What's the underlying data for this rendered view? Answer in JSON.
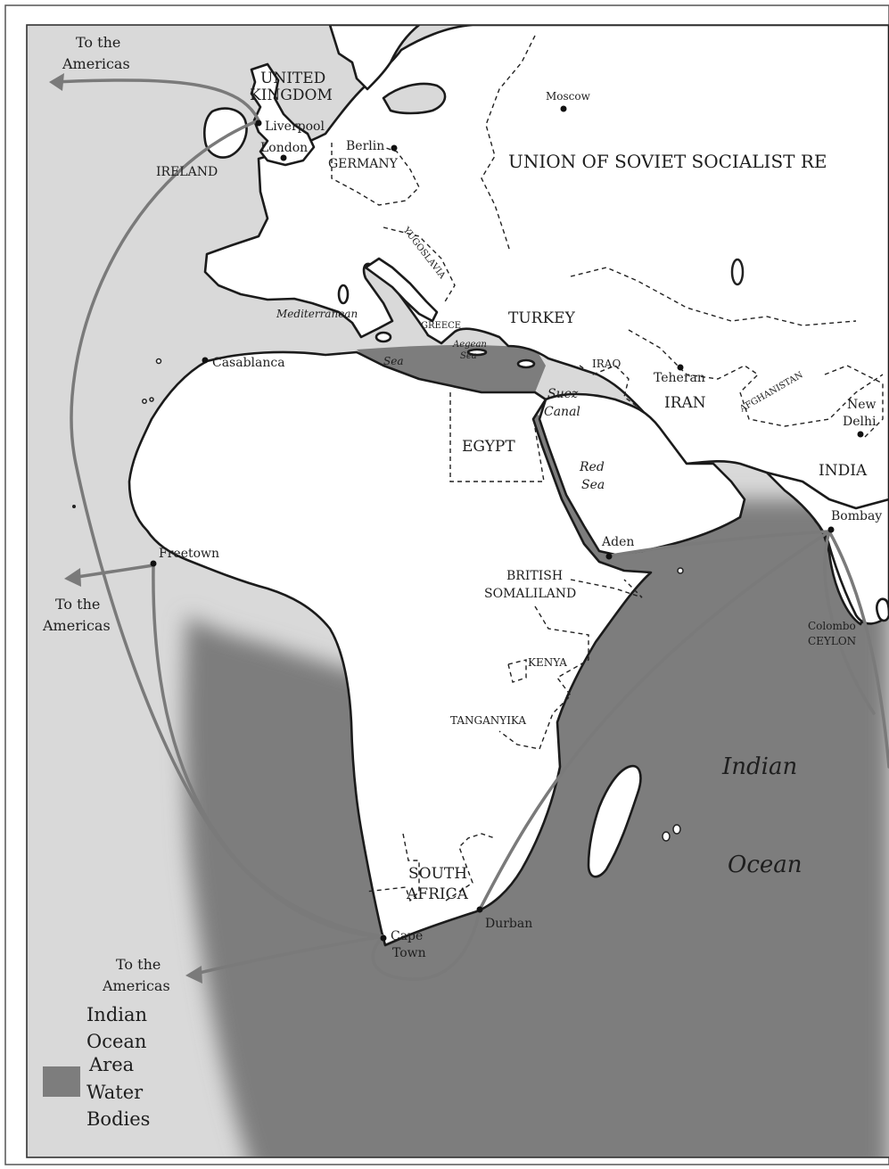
{
  "map": {
    "colors": {
      "indian_ocean_area": "#7d7d7d",
      "other_water": "#d9d9d9",
      "land": "#ffffff",
      "route": "#7a7a7a",
      "outline": "#1b1b1b"
    },
    "countries": {
      "united_kingdom": [
        "UNITED",
        "KINGDOM"
      ],
      "ireland": "IRELAND",
      "germany": "GERMANY",
      "ussr": "UNION OF SOVIET SOCIALIST RE",
      "yugoslavia": "YUGOSLAVIA",
      "greece": "GREECE",
      "turkey": "TURKEY",
      "iraq": "IRAQ",
      "iran": "IRAN",
      "afghanistan": "AFGHANISTAN",
      "india": "INDIA",
      "egypt": "EGYPT",
      "british_somaliland": [
        "BRITISH",
        "SOMALILAND"
      ],
      "kenya": "KENYA",
      "tanganyika": "TANGANYIKA",
      "south_africa": [
        "SOUTH",
        "AFRICA"
      ],
      "ceylon": "CEYLON"
    },
    "cities": {
      "moscow": "Moscow",
      "liverpool": "Liverpool",
      "london": "London",
      "berlin": "Berlin",
      "casablanca": "Casablanca",
      "teheran": "Teheran",
      "new_delhi": [
        "New",
        "Delhi"
      ],
      "bombay": "Bombay",
      "aden": "Aden",
      "freetown": "Freetown",
      "colombo": "Colombo",
      "durban": "Durban",
      "cape_town": [
        "Cape",
        "Town"
      ]
    },
    "water": {
      "mediterranean": "Mediterranean",
      "sea": "Sea",
      "aegean": [
        "Aegean",
        "Sea"
      ],
      "suez": [
        "Suez",
        "Canal"
      ],
      "red_sea": [
        "Red",
        "Sea"
      ],
      "indian_ocean": [
        "Indian",
        "Ocean"
      ]
    },
    "destinations": {
      "to_americas_north": [
        "To the",
        "Americas"
      ],
      "to_americas_middle": [
        "To the",
        "Americas"
      ],
      "to_americas_south": [
        "To the",
        "Americas"
      ]
    }
  },
  "legend": {
    "label_lines": [
      "Indian",
      "Ocean",
      "Area",
      "Water",
      "Bodies"
    ],
    "swatch_color": "#7d7d7d"
  }
}
